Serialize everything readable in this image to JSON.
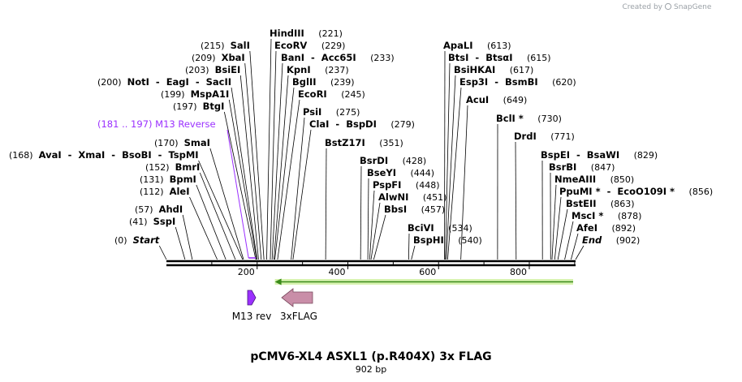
{
  "credit": {
    "prefix": "Created by",
    "brand": "SnapGene"
  },
  "title": "pCMV6-XL4 ASXL1 (p.R404X) 3x FLAG",
  "length_label": "902 bp",
  "sequence_length": 902,
  "ruler_ticks": [
    "200",
    "400",
    "600",
    "800"
  ],
  "primer": {
    "name": "M13 Reverse",
    "range": "(181 .. 197)",
    "start": 181,
    "end": 197,
    "color": "#9b30ff"
  },
  "sites_left": [
    {
      "name": [
        "HindIII"
      ],
      "pos": "(221)",
      "bp": 221
    },
    {
      "name": [
        "EcoRV"
      ],
      "pos": "(229)",
      "bp": 229
    },
    {
      "name": [
        "SalI"
      ],
      "pos": "(215)",
      "bp": 215
    },
    {
      "name": [
        "BanI",
        "Acc65I"
      ],
      "pos": "(233)",
      "bp": 233
    },
    {
      "name": [
        "XbaI"
      ],
      "pos": "(209)",
      "bp": 209
    },
    {
      "name": [
        "KpnI"
      ],
      "pos": "(237)",
      "bp": 237
    },
    {
      "name": [
        "BsiEI"
      ],
      "pos": "(203)",
      "bp": 203
    },
    {
      "name": [
        "NotI",
        "EagI",
        "SacII"
      ],
      "pos": "(200)",
      "bp": 200
    },
    {
      "name": [
        "BglII"
      ],
      "pos": "(239)",
      "bp": 239
    },
    {
      "name": [
        "MspA1I"
      ],
      "pos": "(199)",
      "bp": 199
    },
    {
      "name": [
        "EcoRI"
      ],
      "pos": "(245)",
      "bp": 245
    },
    {
      "name": [
        "BtgI"
      ],
      "pos": "(197)",
      "bp": 197
    },
    {
      "name": [
        "PsiI"
      ],
      "pos": "(275)",
      "bp": 275
    },
    {
      "name": [
        "ClaI",
        "BspDI"
      ],
      "pos": "(279)",
      "bp": 279
    },
    {
      "name": [
        "AvaI",
        "XmaI",
        "BsoBI",
        "TspMI"
      ],
      "pos": "(168)",
      "bp": 168
    },
    {
      "name": [
        "SmaI"
      ],
      "pos": "(170)",
      "bp": 170
    },
    {
      "name": [
        "BmrI"
      ],
      "pos": "(152)",
      "bp": 152
    },
    {
      "name": [
        "BpmI"
      ],
      "pos": "(131)",
      "bp": 131
    },
    {
      "name": [
        "AleI"
      ],
      "pos": "(112)",
      "bp": 112
    },
    {
      "name": [
        "AhdI"
      ],
      "pos": "(57)",
      "bp": 57
    },
    {
      "name": [
        "SspI"
      ],
      "pos": "(41)",
      "bp": 41
    },
    {
      "name": [
        "Start"
      ],
      "pos": "(0)",
      "bp": 0,
      "italic": true
    }
  ],
  "sites_mid": [
    {
      "name": [
        "BstZ17I"
      ],
      "pos": "(351)",
      "bp": 351
    },
    {
      "name": [
        "BsrDI"
      ],
      "pos": "(428)",
      "bp": 428
    },
    {
      "name": [
        "BseYI"
      ],
      "pos": "(444)",
      "bp": 444
    },
    {
      "name": [
        "PspFI"
      ],
      "pos": "(448)",
      "bp": 448
    },
    {
      "name": [
        "AlwNI"
      ],
      "pos": "(451)",
      "bp": 451
    },
    {
      "name": [
        "BbsI"
      ],
      "pos": "(457)",
      "bp": 457
    },
    {
      "name": [
        "BciVI"
      ],
      "pos": "(534)",
      "bp": 534
    },
    {
      "name": [
        "BspHI"
      ],
      "pos": "(540)",
      "bp": 540
    }
  ],
  "sites_right": [
    {
      "name": [
        "ApaLI"
      ],
      "pos": "(613)",
      "bp": 613
    },
    {
      "name": [
        "BtsI",
        "BtsαI"
      ],
      "pos": "(615)",
      "bp": 615
    },
    {
      "name": [
        "BsiHKAI"
      ],
      "pos": "(617)",
      "bp": 617
    },
    {
      "name": [
        "Esp3I",
        "BsmBI"
      ],
      "pos": "(620)",
      "bp": 620
    },
    {
      "name": [
        "AcuI"
      ],
      "pos": "(649)",
      "bp": 649
    },
    {
      "name": [
        "BclI *"
      ],
      "pos": "(730)",
      "bp": 730
    },
    {
      "name": [
        "DrdI"
      ],
      "pos": "(771)",
      "bp": 771
    },
    {
      "name": [
        "BspEI",
        "BsaWI"
      ],
      "pos": "(829)",
      "bp": 829
    },
    {
      "name": [
        "BsrBI"
      ],
      "pos": "(847)",
      "bp": 847
    },
    {
      "name": [
        "NmeAIII"
      ],
      "pos": "(850)",
      "bp": 850
    },
    {
      "name": [
        "PpuMI *",
        "EcoO109I *"
      ],
      "pos": "(856)",
      "bp": 856
    },
    {
      "name": [
        "BstEII"
      ],
      "pos": "(863)",
      "bp": 863
    },
    {
      "name": [
        "MscI *"
      ],
      "pos": "(878)",
      "bp": 878
    },
    {
      "name": [
        "AfeI"
      ],
      "pos": "(892)",
      "bp": 892
    },
    {
      "name": [
        "End"
      ],
      "pos": "(902)",
      "bp": 902,
      "italic": true
    }
  ],
  "features": [
    {
      "name": "M13 rev",
      "color": "#9b30ff",
      "start": 181,
      "end": 197,
      "direction": "forward"
    },
    {
      "name": "3xFLAG",
      "color": "#c98ea8",
      "start": 257,
      "end": 326,
      "direction": "reverse"
    }
  ],
  "orf": {
    "start": 257,
    "end": 902,
    "direction": "reverse",
    "color": "#3a8a1a",
    "fill": "#d7f2b0"
  }
}
